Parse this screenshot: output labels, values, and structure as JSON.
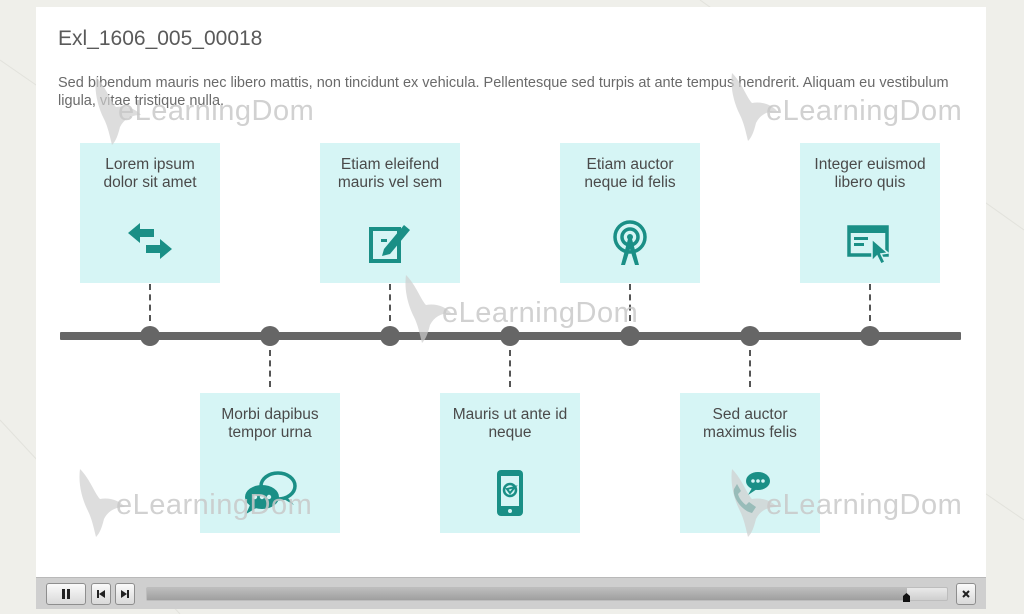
{
  "slide": {
    "title": "Exl_1606_005_00018",
    "subtitle": "Sed bibendum mauris nec libero mattis, non tincidunt ex vehicula. Pellentesque sed turpis at ante tempus hendrerit. Aliquam eu vestibulum ligula, vitae tristique nulla."
  },
  "watermark": "eLearningDom",
  "colors": {
    "card_bg": "#d6f5f5",
    "icon": "#1a8f86",
    "timeline": "#666666"
  },
  "timeline": {
    "top_cards": [
      {
        "label": "Lorem ipsum dolor sit amet",
        "icon": "exchange-arrows-icon"
      },
      {
        "label": "Etiam eleifend mauris vel sem",
        "icon": "edit-pencil-icon"
      },
      {
        "label": "Etiam auctor neque id felis",
        "icon": "broadcast-tower-icon"
      },
      {
        "label": "Integer euismod libero quis",
        "icon": "browser-cursor-icon"
      }
    ],
    "bottom_cards": [
      {
        "label": "Morbi dapibus tempor urna",
        "icon": "chat-bubbles-icon"
      },
      {
        "label": "Mauris ut ante id neque",
        "icon": "smartphone-icon"
      },
      {
        "label": "Sed auctor maximus felis",
        "icon": "phone-chat-icon"
      }
    ]
  },
  "player": {
    "progress": 0.95,
    "pause_icon": "pause-icon",
    "rewind_icon": "skip-back-icon",
    "forward_icon": "skip-forward-icon",
    "close_icon": "close-icon"
  }
}
